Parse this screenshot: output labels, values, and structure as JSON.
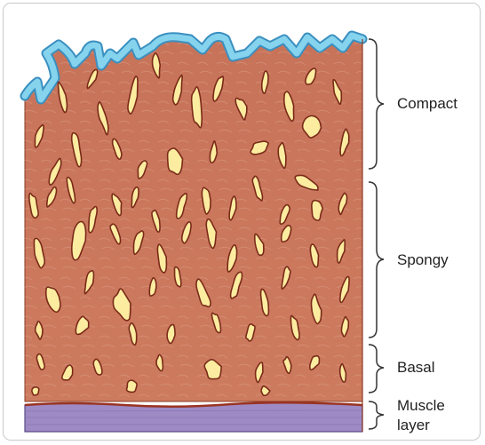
{
  "labels": {
    "compact": "Compact",
    "spongy": "Spongy",
    "basal": "Basal",
    "muscle_line1": "Muscle",
    "muscle_line2": "layer"
  },
  "colors": {
    "tissue": "#c9775a",
    "tissue_dark": "#b5634a",
    "epithelium": "#7fcdea",
    "epithelium_edge": "#3a8fbf",
    "gland_fill": "#fbeca0",
    "gland_edge": "#7a2a18",
    "muscle": "#9d88c2",
    "muscle_edge": "#5a4a86",
    "bracket": "#333333",
    "text": "#222222"
  },
  "layers": [
    "compact",
    "spongy",
    "basal",
    "muscle"
  ]
}
